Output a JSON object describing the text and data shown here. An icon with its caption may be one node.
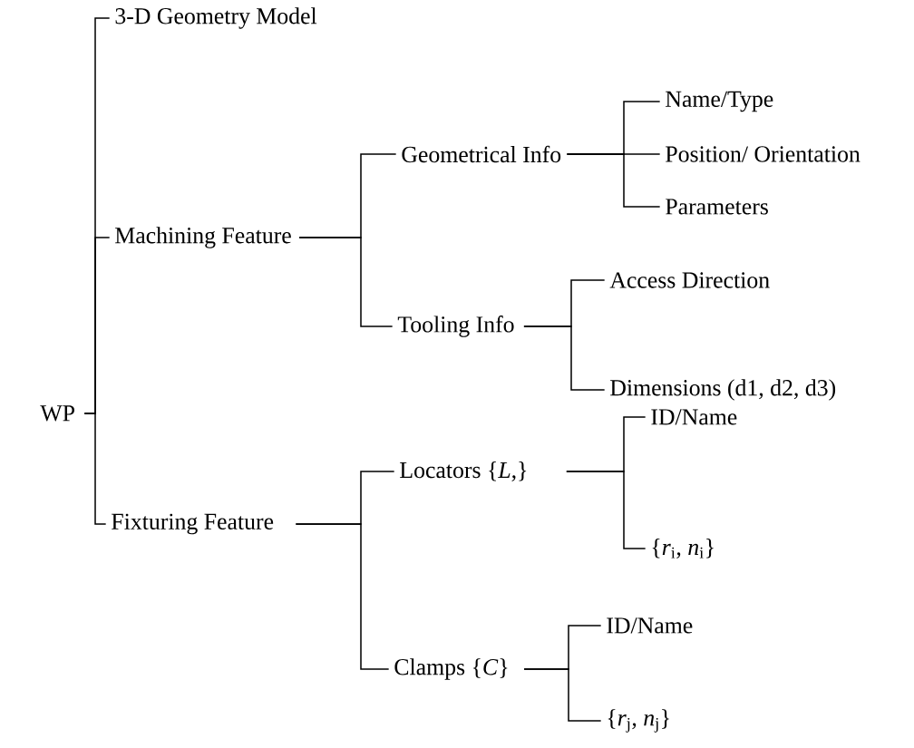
{
  "diagram": {
    "nodes": [
      {
        "text": [
          "WP"
        ]
      },
      {
        "text": [
          "3-D Geometry Model"
        ]
      },
      {
        "text": [
          "Machining Feature"
        ]
      },
      {
        "text": [
          "Fixturing Feature"
        ]
      },
      {
        "text": [
          "Geometrical Info"
        ]
      },
      {
        "text": [
          "Tooling Info"
        ]
      },
      {
        "text": [
          "Name/Type"
        ]
      },
      {
        "text": [
          "Position/ Orientation"
        ]
      },
      {
        "text": [
          "Parameters"
        ]
      },
      {
        "text": [
          "Access Direction"
        ]
      },
      {
        "text": [
          "Dimensions (d1, d2, d3)"
        ]
      },
      {
        "text": [
          "Locators {*L*,}"
        ]
      },
      {
        "text": [
          "Clamps {*C*}"
        ]
      },
      {
        "text": [
          "ID/Name"
        ]
      },
      {
        "text": [
          "{*r*$_{i}$, *n*$_{i}$}"
        ]
      },
      {
        "text": [
          "ID/Name"
        ]
      },
      {
        "text": [
          "{*r*$_{j}$, *n*$_{j}$}"
        ]
      }
    ],
    "edges": [
      {
        "from": 0,
        "to": 1,
        "arrow": "none"
      },
      {
        "from": 0,
        "to": 2,
        "arrow": "none"
      },
      {
        "from": 0,
        "to": 3,
        "arrow": "none"
      },
      {
        "from": 2,
        "to": 4,
        "arrow": "none"
      },
      {
        "from": 2,
        "to": 5,
        "arrow": "none"
      },
      {
        "from": 4,
        "to": 6,
        "arrow": "none"
      },
      {
        "from": 4,
        "to": 7,
        "arrow": "none"
      },
      {
        "from": 4,
        "to": 8,
        "arrow": "none"
      },
      {
        "from": 5,
        "to": 9,
        "arrow": "none"
      },
      {
        "from": 5,
        "to": 10,
        "arrow": "none"
      },
      {
        "from": 3,
        "to": 11,
        "arrow": "none"
      },
      {
        "from": 3,
        "to": 12,
        "arrow": "none"
      },
      {
        "from": 11,
        "to": 13,
        "arrow": "none"
      },
      {
        "from": 11,
        "to": 14,
        "arrow": "none"
      },
      {
        "from": 12,
        "to": 15,
        "arrow": "none"
      },
      {
        "from": 12,
        "to": 16,
        "arrow": "none"
      }
    ]
  }
}
